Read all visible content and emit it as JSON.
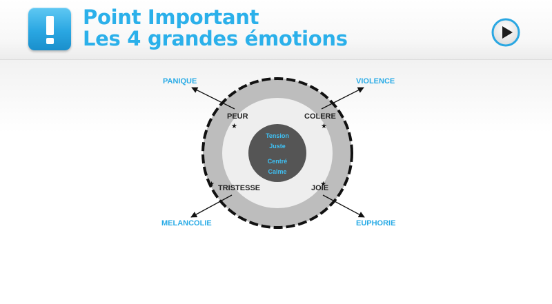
{
  "header": {
    "title_line1": "Point Important",
    "title_line2": "Les 4 grandes émotions",
    "alert_icon": "exclamation-icon",
    "play_icon": "play-icon",
    "accent_color": "#2bb0ea"
  },
  "diagram": {
    "outer_labels": {
      "top_left": "PANIQUE",
      "top_right": "VIOLENCE",
      "bottom_left": "MELANCOLIE",
      "bottom_right": "EUPHORIE"
    },
    "emotions": {
      "top_left": "PEUR",
      "top_right": "COLERE",
      "bottom_left": "TRISTESSE",
      "bottom_right": "JOIE"
    },
    "center": {
      "line1": "Tension",
      "line2": "Juste",
      "line3": "Centré",
      "line4": "Calme"
    },
    "colors": {
      "ring": "#bdbdbd",
      "inner": "#eeeeee",
      "core": "#555555",
      "core_text": "#3fc0f3",
      "outer_label": "#29abe6"
    }
  }
}
